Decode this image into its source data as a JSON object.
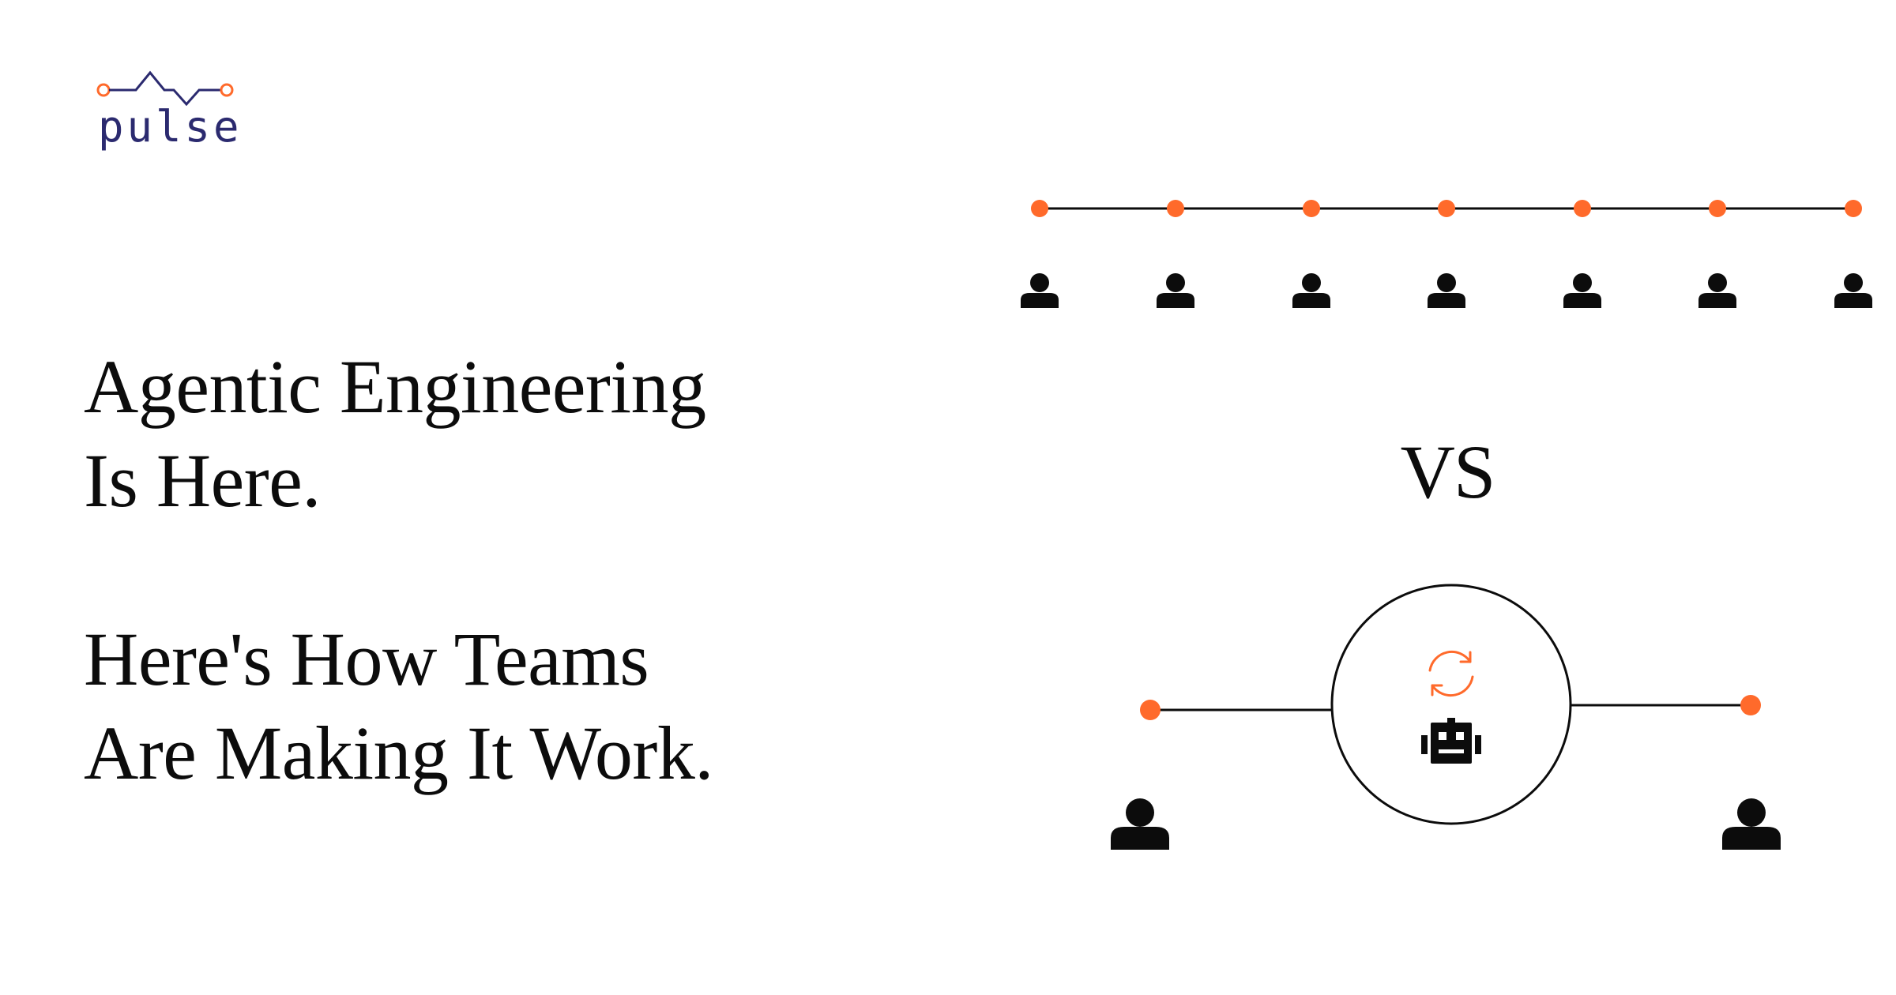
{
  "brand": {
    "logo_text": "pulse",
    "logo_icon": "pulse-waveform-icon",
    "logo_color": "#2b2a6f",
    "accent_color": "#ff6a2b"
  },
  "headline": {
    "line1": "Agentic Engineering",
    "line2": "Is Here."
  },
  "subheadline": {
    "line1": "Here's How Teams",
    "line2": "Are Making It Work."
  },
  "diagram": {
    "vs_label": "VS",
    "top_chain_person_count": 7,
    "top_chain_icon": "person-icon",
    "bottom_hub_icons": [
      "refresh-cycle-icon",
      "robot-icon"
    ],
    "bottom_person_count": 2,
    "dot_color": "#ff6a2b",
    "icon_color": "#0c0c0c"
  }
}
